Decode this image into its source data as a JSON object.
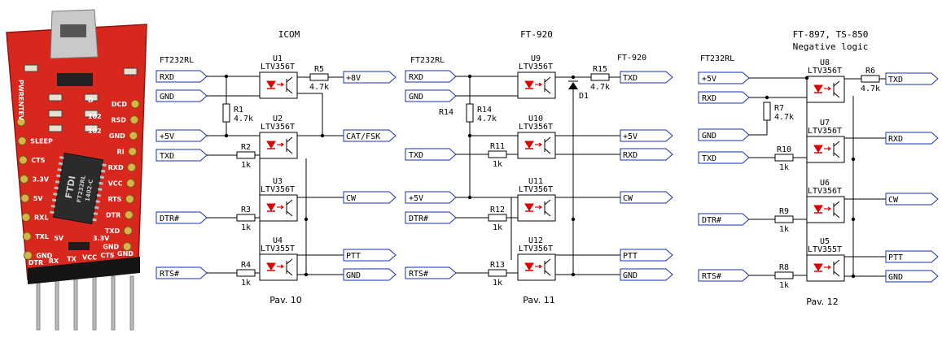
{
  "board": {
    "left_pins": [
      "PWRENTEV",
      "SLEEP",
      "CTS",
      "3.3V",
      "5V",
      "RXL",
      "TXL",
      "GND"
    ],
    "right_pins": [
      "DCD",
      "RSD",
      "GND",
      "RI",
      "RXD",
      "VCC",
      "RTS",
      "DTR",
      "TXD",
      "GND"
    ],
    "jumper_labels": [
      "5V",
      "3.3V"
    ],
    "header_labels": [
      "DTR",
      "RX",
      "TX",
      "VCC",
      "CTS",
      "GND"
    ],
    "chip_text": "FTDI",
    "chip_model": "FT232RL",
    "chip_code": "1402-C",
    "smd_codes": [
      "D",
      "102",
      "102"
    ]
  },
  "diagrams": [
    {
      "title": "ICOM",
      "subtitle": "",
      "caption": "Pav. 10",
      "source": "FT232RL",
      "left_ports": [
        "RXD",
        "GND",
        "+5V",
        "TXD",
        "DTR#",
        "RTS#"
      ],
      "right_ports": [
        "+8V",
        "CAT/FSK",
        "CW",
        "PTT",
        "GND"
      ],
      "opto": [
        {
          "ref": "U1",
          "type": "LTV356T"
        },
        {
          "ref": "U2",
          "type": "LTV356T"
        },
        {
          "ref": "U3",
          "type": "LTV356T"
        },
        {
          "ref": "U4",
          "type": "LTV355T"
        }
      ],
      "resistors": [
        {
          "ref": "R5",
          "value": "4.7k"
        },
        {
          "ref": "R1",
          "value": "4.7k"
        },
        {
          "ref": "R2",
          "value": "1k"
        },
        {
          "ref": "R3",
          "value": "1k"
        },
        {
          "ref": "R4",
          "value": "1k"
        }
      ]
    },
    {
      "title": "FT-920",
      "subtitle": "",
      "caption": "Pav. 11",
      "source": "FT232RL",
      "target": "FT-920",
      "left_ports": [
        "RXD",
        "GND",
        "TXD",
        "+5V",
        "DTR#",
        "RTS#"
      ],
      "right_ports": [
        "TXD",
        "+5V",
        "RXD",
        "CW",
        "PTT",
        "GND"
      ],
      "diode": "D1",
      "opto": [
        {
          "ref": "U9",
          "type": "LTV356T"
        },
        {
          "ref": "U10",
          "type": "LTV356T"
        },
        {
          "ref": "U11",
          "type": "LTV356T"
        },
        {
          "ref": "U12",
          "type": "LTV356T"
        }
      ],
      "resistors": [
        {
          "ref": "R15",
          "value": "4.7k"
        },
        {
          "ref": "R14",
          "value": "4.7k"
        },
        {
          "ref": "R11",
          "value": "1k"
        },
        {
          "ref": "R12",
          "value": "1k"
        },
        {
          "ref": "R13",
          "value": "1k"
        }
      ]
    },
    {
      "title": "FT-897, TS-850",
      "subtitle": "Negative logic",
      "caption": "Pav. 12",
      "source": "FT232RL",
      "left_ports": [
        "+5V",
        "RXD",
        "GND",
        "TXD",
        "DTR#",
        "RTS#"
      ],
      "right_ports": [
        "TXD",
        "RXD",
        "CW",
        "PTT",
        "GND"
      ],
      "opto": [
        {
          "ref": "U8",
          "type": "LTV356T"
        },
        {
          "ref": "U7",
          "type": "LTV356T"
        },
        {
          "ref": "U6",
          "type": "LTV356T"
        },
        {
          "ref": "U5",
          "type": "LTV355T"
        }
      ],
      "resistors": [
        {
          "ref": "R6",
          "value": "4.7k"
        },
        {
          "ref": "R7",
          "value": "4.7k"
        },
        {
          "ref": "R10",
          "value": "1k"
        },
        {
          "ref": "R9",
          "value": "1k"
        },
        {
          "ref": "R8",
          "value": "1k"
        }
      ]
    }
  ],
  "colors": {
    "board_red": "#d8281e",
    "port_blue": "#1a2fb0",
    "led_red": "#e00000",
    "wire": "#000000"
  }
}
